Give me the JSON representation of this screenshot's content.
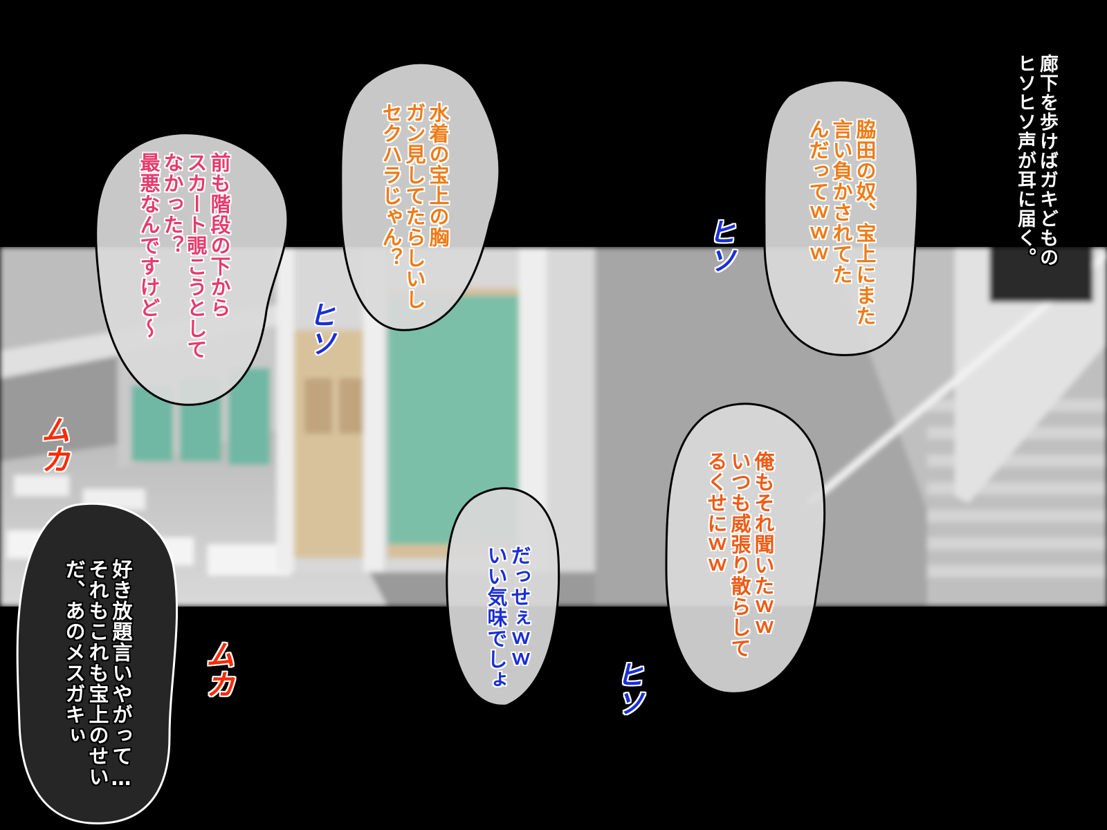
{
  "narration": {
    "lines": [
      "廊下を歩けばガキどもの",
      "ヒソヒソ声が耳に届く。"
    ]
  },
  "bubbles": [
    {
      "lines": [
        "前も階段の下から",
        "スカート覗こうとして",
        "なかった？",
        "最悪なんですけど～"
      ],
      "color": "#e83a6c"
    },
    {
      "lines": [
        "水着の宝上の胸",
        "ガン見してたらしいし",
        "セクハラじゃん？"
      ],
      "color": "#f07a14"
    },
    {
      "lines": [
        "脇田の奴、宝上にまた",
        "言い負かされてた",
        "んだってｗｗｗ"
      ],
      "color": "#f07a14"
    },
    {
      "lines": [
        "俺もそれ聞いたｗｗ",
        "いつも威張り散らして",
        "るくせにｗｗ"
      ],
      "color": "#f05a14"
    },
    {
      "lines": [
        "だっせぇｗｗ",
        "いい気味でしょ"
      ],
      "color": "#1a2fd8"
    },
    {
      "lines": [
        "好き放題言いやがって…",
        "それもこれも宝上のせい",
        "だ、あのメスガキぃ"
      ],
      "color": "#ffffff"
    }
  ],
  "sfx": {
    "muka_1": "ムカ",
    "muka_2": "ムカ",
    "kusu_1": "ヒソ",
    "kusu_2": "ヒソ",
    "kusu_3": "ヒソ"
  },
  "colors": {
    "background": "#000000",
    "bubble_fill": "#d9d9d9",
    "sfx_red": "#ff2a00",
    "sfx_blue": "#1a2fd8"
  }
}
